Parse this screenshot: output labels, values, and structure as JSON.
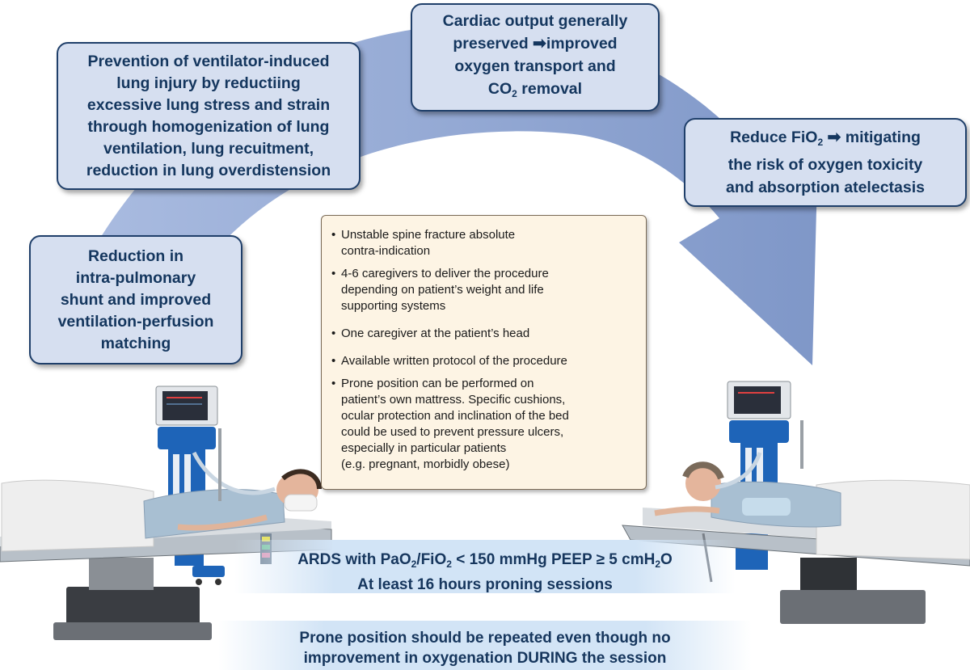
{
  "boxes": {
    "vili": {
      "lines": [
        "Prevention of ventilator-induced",
        "lung injury by reductiing",
        "excessive lung stress and strain",
        "through homogenization of lung",
        "ventilation, lung recuitment,",
        "reduction in lung overdistension"
      ]
    },
    "cardiac": {
      "line1": "Cardiac output generally",
      "line2_a": "preserved",
      "line2_b": "improved",
      "line3": "oxygen transport and",
      "line4_a": "CO",
      "line4_sub": "2",
      "line4_b": " removal"
    },
    "fio2": {
      "line1_a": "Reduce FiO",
      "line1_sub": "2",
      "line1_b": "mitigating",
      "line2": "the risk of oxygen toxicity",
      "line3": "and absorption atelectasis"
    },
    "shunt": {
      "lines": [
        "Reduction in",
        "intra-pulmonary",
        "shunt and improved",
        "ventilation-perfusion",
        "matching"
      ]
    }
  },
  "arrow_glyph": "➡",
  "checklist": {
    "item1": [
      "Unstable spine fracture absolute",
      "contra-indication"
    ],
    "item2": [
      "4-6 caregivers to deliver the procedure",
      "depending on patient’s weight and life",
      "supporting systems"
    ],
    "item3": [
      "One caregiver at the patient’s head"
    ],
    "item4": [
      "Available written protocol of the procedure"
    ],
    "item5": [
      "Prone position can be performed on",
      "patient’s own mattress. Specific cushions,",
      "ocular protection and inclination of the bed",
      "could be used to prevent pressure ulcers,",
      "especially in particular patients",
      "(e.g. pregnant, morbidly obese)"
    ]
  },
  "ards_banner": {
    "pa": "ARDS with PaO",
    "pa_sub": "2",
    "fi": "/FiO",
    "fi_sub": "2",
    "rest": " < 150 mmHg PEEP ≥ 5 cmH",
    "h_sub": "2",
    "o": "O",
    "line2": "At least 16 hours proning sessions"
  },
  "repeat_banner": {
    "line1": "Prone position should be repeated even though no",
    "line2": "improvement in oxygenation DURING the session"
  },
  "colors": {
    "arc": "#8fa6d2",
    "box_fill": "#d6dff0",
    "box_border": "#1f3f6a",
    "text": "#14365e",
    "checklist_fill": "#fdf4e4",
    "banner_fill": "#d2e4f6"
  }
}
